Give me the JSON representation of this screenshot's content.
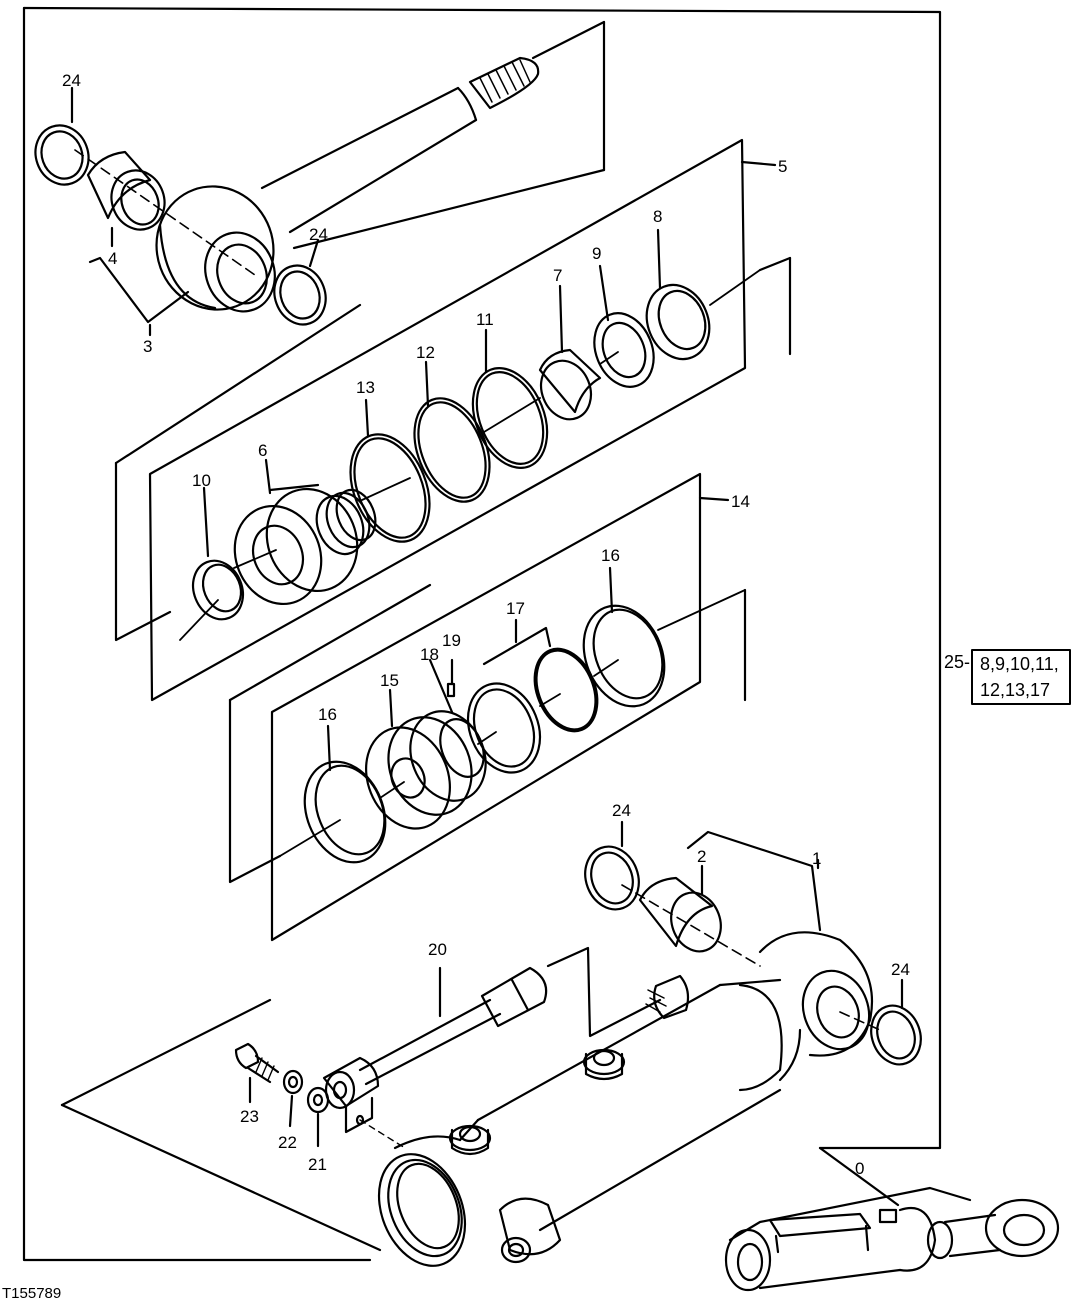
{
  "figure_id": "T155789",
  "callouts": {
    "c0": "0",
    "c1": "1",
    "c2": "2",
    "c3": "3",
    "c4": "4",
    "c5": "5",
    "c6": "6",
    "c7": "7",
    "c8": "8",
    "c9": "9",
    "c10": "10",
    "c11": "11",
    "c12": "12",
    "c13": "13",
    "c14": "14",
    "c15": "15",
    "c16a": "16",
    "c16b": "16",
    "c17": "17",
    "c18": "18",
    "c19": "19",
    "c20": "20",
    "c21": "21",
    "c22": "22",
    "c23": "23",
    "c24a": "24",
    "c24b": "24",
    "c24c": "24",
    "c24d": "24"
  },
  "kit": {
    "number": "25-",
    "line1": "8,9,10,11,",
    "line2": "12,13,17"
  }
}
